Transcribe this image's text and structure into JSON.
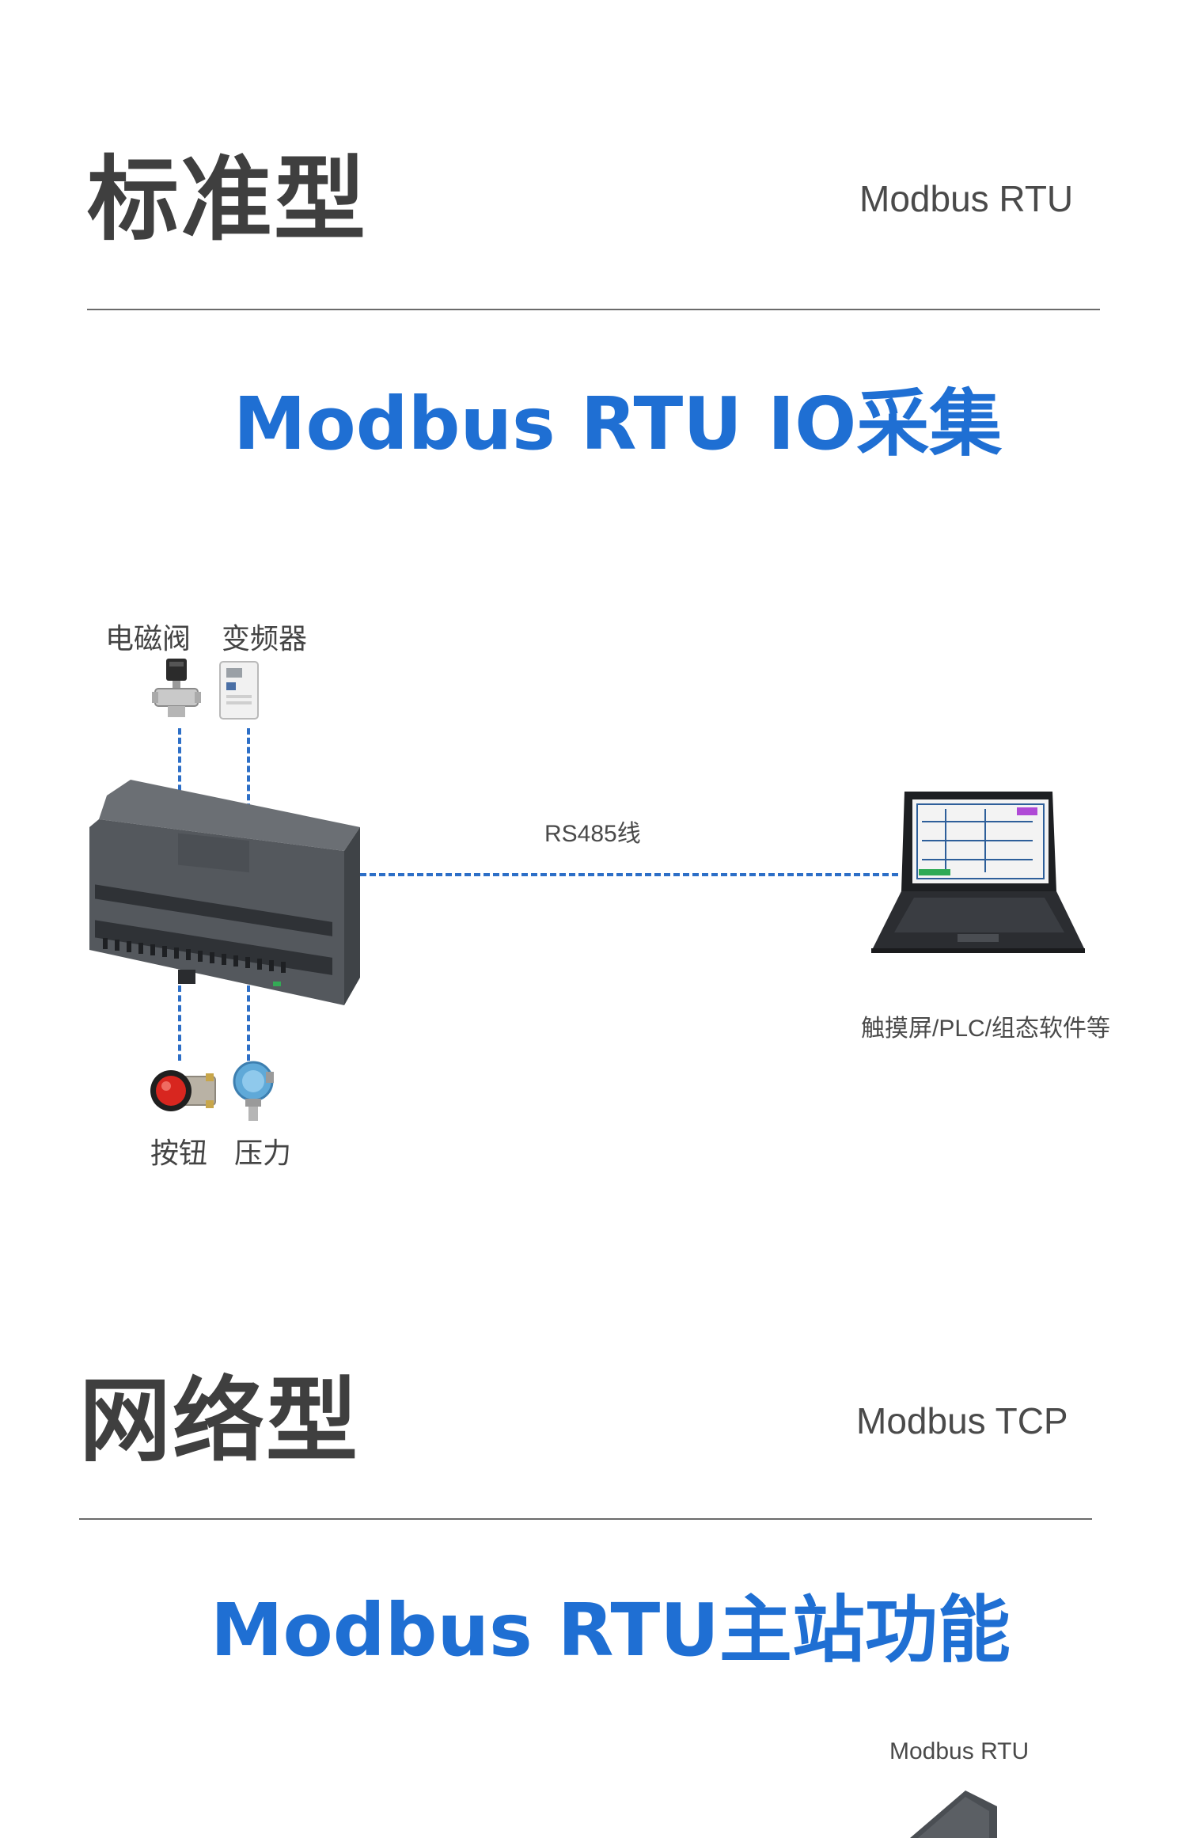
{
  "section_standard": {
    "title": "标准型",
    "protocol": "Modbus RTU",
    "subtitle": "Modbus RTU IO采集"
  },
  "diagram_standard": {
    "labels": {
      "solenoid_valve": "电磁阀",
      "inverter": "变频器",
      "button": "按钮",
      "pressure": "压力",
      "cable": "RS485线",
      "hmi": "触摸屏/PLC/组态软件等"
    }
  },
  "section_network": {
    "title": "网络型",
    "protocol": "Modbus TCP",
    "subtitle": "Modbus RTU主站功能",
    "bottom_label": "Modbus RTU"
  },
  "colors": {
    "accent_blue": "#1f6fd3",
    "dash_blue": "#2d6fc7",
    "heading_gray": "#3f3f3f"
  }
}
